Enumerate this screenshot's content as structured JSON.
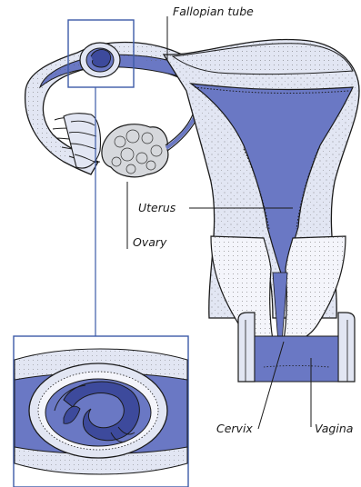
{
  "labels": {
    "fallopian_tube": "Fallopian tube",
    "uterus": "Uterus",
    "ovary": "Ovary",
    "cervix": "Cervix",
    "vagina": "Vagina"
  },
  "colors": {
    "lumen": "#6a78c4",
    "lumen_dark": "#3d4a9c",
    "wall": "#e2e6f3",
    "tissue": "#f4f5fb",
    "frame": "#3d5aa8",
    "outline": "#1a1a1a",
    "ovary": "#d6d8dc"
  }
}
